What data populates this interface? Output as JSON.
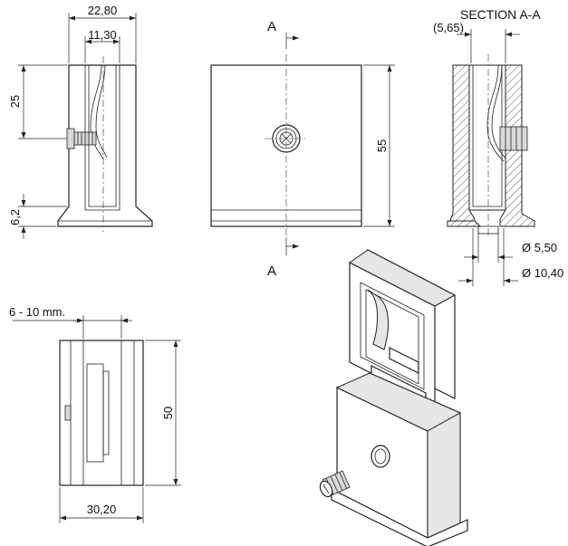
{
  "section": {
    "title": "SECTION A-A",
    "cut_label_top": "A",
    "cut_label_bottom": "A"
  },
  "dimensions": {
    "side_width": "22,80",
    "side_inner_width": "11,30",
    "side_height_upper": "25",
    "side_base_height": "6,2",
    "front_height": "55",
    "section_wall": "(5,65)",
    "section_hole_small": "Ø 5,50",
    "section_hole_large": "Ø 10,40",
    "bottom_glass_range": "6 - 10 mm.",
    "bottom_height": "50",
    "bottom_width": "30,20"
  }
}
